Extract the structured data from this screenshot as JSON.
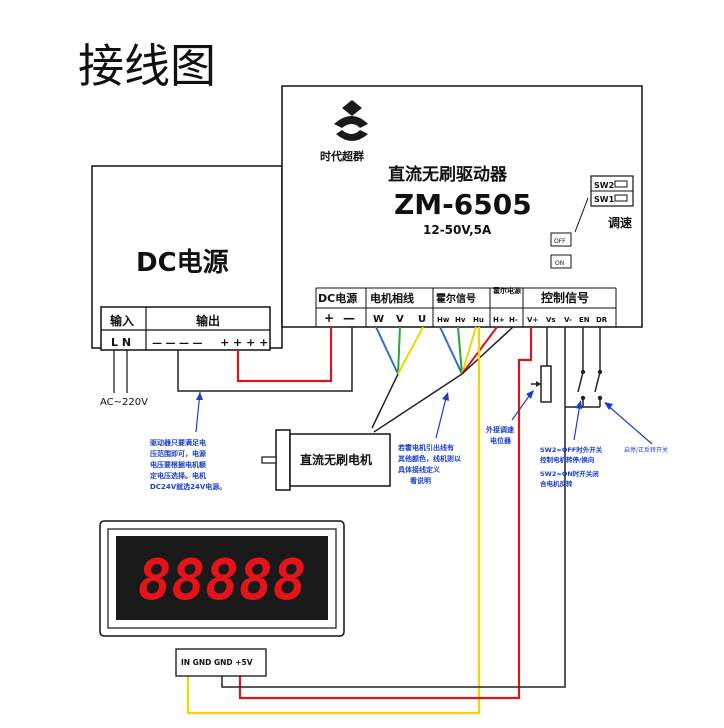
{
  "page_title": "接线图",
  "driver": {
    "logo_text": "时代超群",
    "name": "直流无刷驱动器",
    "model": "ZM-6505",
    "spec": "12-50V,5A",
    "switch_sw2": "SW2",
    "switch_sw1": "SW1",
    "speed_label": "调速",
    "off_label": "OFF",
    "on_label": "ON",
    "groups": {
      "dc_power": "DC电源",
      "motor_phase": "电机相线",
      "hall_signal": "霍尔信号",
      "hall_power": "霍尔电源",
      "control_signal": "控制信号"
    },
    "terminals": {
      "dc_plus": "+",
      "dc_minus": "—",
      "w": "W",
      "v": "V",
      "u": "U",
      "hw": "Hw",
      "hv": "Hv",
      "hu": "Hu",
      "h_plus": "H+",
      "h_minus": "H-",
      "v_plus": "V+",
      "vs": "Vs",
      "v_minus": "V-",
      "en": "EN",
      "dr": "DR"
    }
  },
  "power_supply": {
    "name": "DC电源",
    "input_label": "输入",
    "output_label": "输出",
    "input_terminals": "L N",
    "output_minus": "— — — —",
    "output_plus": "+ + + +",
    "ac_label": "AC~220V"
  },
  "motor": {
    "name": "直流无刷电机"
  },
  "display": {
    "digits": "88888",
    "terminal_labels": "IN GND GND +5V"
  },
  "notes": {
    "power_note": [
      "驱动器只要满足电",
      "压范围即可，电源",
      "电压要根据电机额",
      "定电压选择。电机",
      "DC24V就选24V电源。"
    ],
    "hall_note": [
      "若霍电机引出线有",
      "其他颜色，线机则以",
      "具体接线定义",
      "看说明"
    ],
    "pot_note": [
      "外接调速",
      "电位器"
    ],
    "switch_note": [
      "SW2=OFF时外开关",
      "控制电机转停/换向",
      "SW2=ON时开关闭",
      "合电机反转"
    ],
    "enable_note": [
      "启停/正反转开关"
    ]
  },
  "colors": {
    "wire_red": "#d8161b",
    "wire_yellow": "#f2d500",
    "wire_black": "#222222",
    "wire_blue": "#2a6fd6",
    "wire_green": "#27a53a",
    "seg_red": "#e5141b",
    "note_blue": "#1b3fc6"
  }
}
